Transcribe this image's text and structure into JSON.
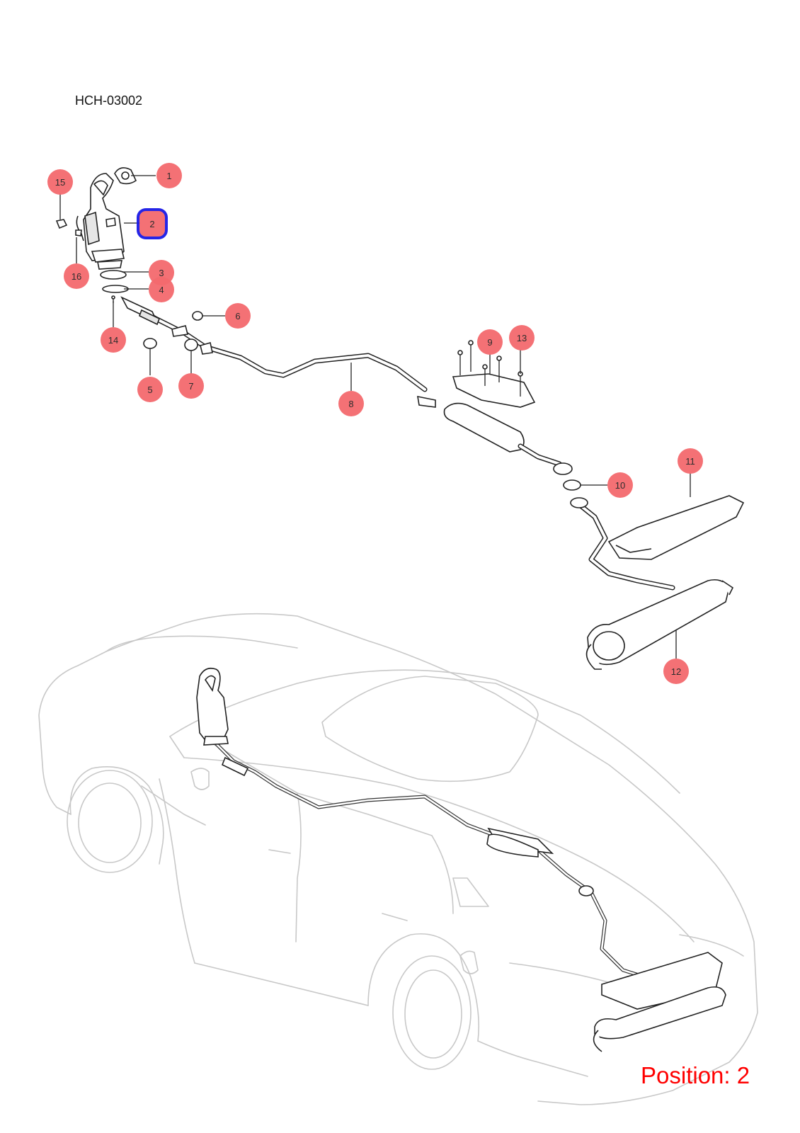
{
  "diagram_code": "HCH-03002",
  "position_label": "Position: 2",
  "selected_callout": "2",
  "callouts": [
    "1",
    "2",
    "3",
    "4",
    "5",
    "6",
    "7",
    "8",
    "9",
    "10",
    "11",
    "12",
    "13",
    "14",
    "15",
    "16"
  ],
  "colors": {
    "callout_fill": "#f46a6e",
    "selection_outline": "#1a1ae6",
    "position_text": "#ff0000"
  }
}
